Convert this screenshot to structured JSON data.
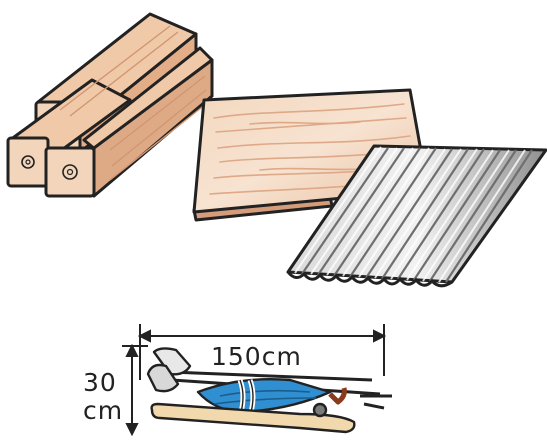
{
  "dimensions": {
    "width_label": "150cm",
    "height_value": "30",
    "height_unit": "cm"
  },
  "colors": {
    "wood_light": "#f2d6b8",
    "wood_mid": "#e8b893",
    "wood_dark": "#c98a66",
    "board_face": "#f0cfb2",
    "board_edge": "#d59c7b",
    "metal_light": "#e6e6e6",
    "metal_dark": "#8c8c8c",
    "umbrella_blue": "#2f8fd0",
    "outline": "#222222"
  },
  "icons": [
    "stacked-lumber-icon",
    "plywood-board-icon",
    "corrugated-sheet-icon",
    "long-items-bundle-icon"
  ]
}
